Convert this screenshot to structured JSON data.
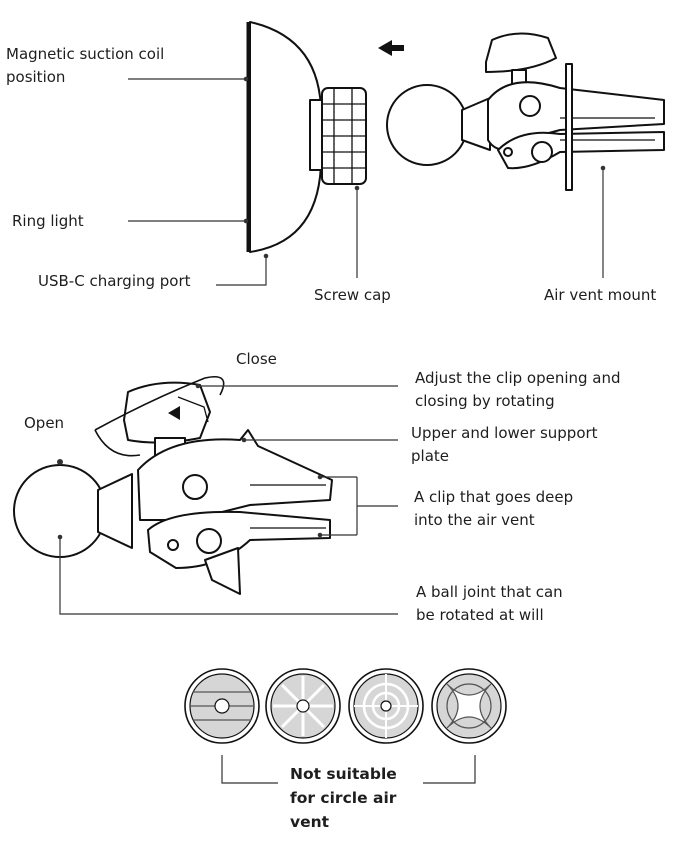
{
  "labels": {
    "magnetic_coil_line1": "Magnetic suction coil",
    "magnetic_coil_line2": "position",
    "ring_light": "Ring light",
    "usb_c_port": "USB-C charging port",
    "screw_cap": "Screw cap",
    "air_vent_mount": "Air vent mount",
    "close": "Close",
    "open": "Open",
    "adjust_clip_line1": "Adjust the clip opening and",
    "adjust_clip_line2": "closing by rotating",
    "support_plate_line1": "Upper and lower support",
    "support_plate_line2": "plate",
    "deep_clip_line1": "A clip that goes deep",
    "deep_clip_line2": "into the air vent",
    "ball_joint_line1": "A ball joint that can",
    "ball_joint_line2": "be rotated at will",
    "not_suitable_line1": "Not suitable",
    "not_suitable_line2": "for circle air",
    "not_suitable_line3": "vent"
  },
  "icons": {
    "direction_arrow": "arrow-left-icon",
    "rotation_arrow": "rotation-arrow-icon",
    "vent_types": [
      "horizontal-slat-vent-icon",
      "radial-blade-vent-icon",
      "concentric-ring-vent-icon",
      "cross-curve-vent-icon"
    ]
  },
  "colors": {
    "line": "#333333",
    "outline": "#111111",
    "vent_fill": "#d6d6d6"
  }
}
